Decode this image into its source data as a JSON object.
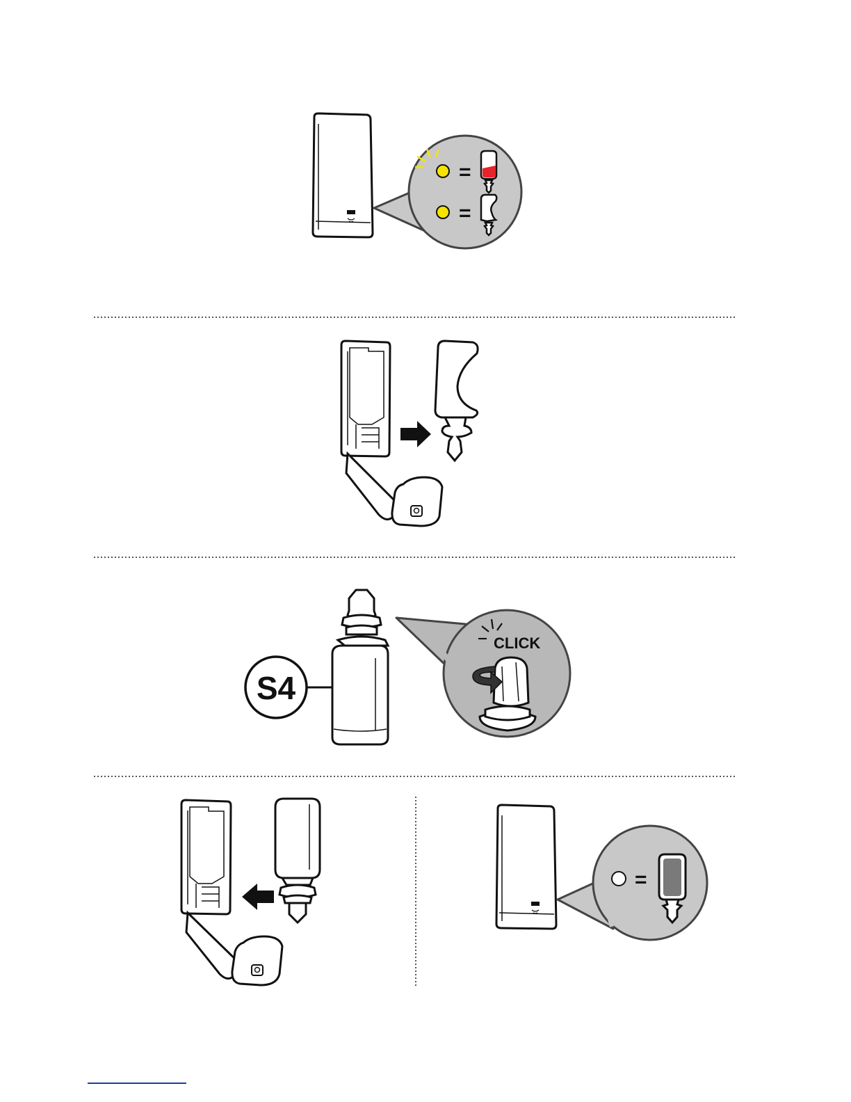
{
  "steps": [
    {
      "name": "status-indicator",
      "equals": [
        "=",
        "="
      ]
    },
    {
      "name": "remove-empty-bottle"
    },
    {
      "name": "prepare-new-bottle",
      "badge": "S4",
      "zoom_text": "CLICK"
    },
    {
      "name": "insert-new-bottle"
    },
    {
      "name": "status-full",
      "equals": [
        "="
      ]
    }
  ],
  "colors": {
    "indicator_yellow": "#f5e400",
    "indicator_low_fill": "#e8232a",
    "zoom_circle": "#c8c8c8",
    "outline": "#111111",
    "divider": "#555555",
    "footer_rule": "#1f3c9e"
  },
  "icons": [
    "dispenser-icon",
    "led-icon",
    "bottle-icon",
    "arrow-right-icon",
    "arrow-left-icon",
    "sparkle-icon",
    "rotate-icon"
  ]
}
